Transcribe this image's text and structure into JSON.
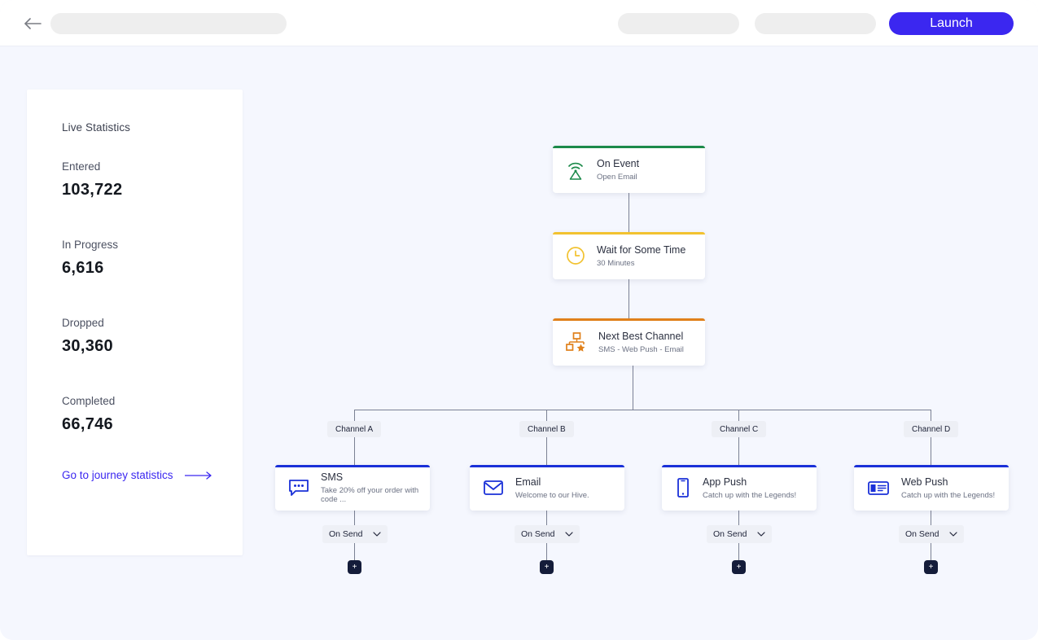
{
  "header": {
    "back_icon": "back-arrow-icon",
    "title_placeholder": "",
    "action_a_placeholder": "",
    "action_b_placeholder": "",
    "launch_label": "Launch",
    "launch_color": "#3b27f0"
  },
  "stats": {
    "title": "Live Statistics",
    "items": [
      {
        "label": "Entered",
        "value": "103,722"
      },
      {
        "label": "In Progress",
        "value": "6,616"
      },
      {
        "label": "Dropped",
        "value": "30,360"
      },
      {
        "label": "Completed",
        "value": "66,746"
      }
    ],
    "link_label": "Go to journey statistics",
    "link_icon": "long-arrow-right-icon",
    "link_color": "#3b27f0"
  },
  "flow": {
    "main_nodes": [
      {
        "title": "On Event",
        "subtitle": "Open Email",
        "icon": "broadcast-antenna-icon",
        "accent": "#1c8a4a"
      },
      {
        "title": "Wait for Some Time",
        "subtitle": "30 Minutes",
        "icon": "clock-icon",
        "accent": "#f2c230"
      },
      {
        "title": "Next Best Channel",
        "subtitle": "SMS - Web Push - Email",
        "icon": "hierarchy-star-icon",
        "accent": "#e0801a"
      }
    ],
    "branch_chips": [
      "Channel A",
      "Channel B",
      "Channel C",
      "Channel D"
    ],
    "channel_cards": [
      {
        "title": "SMS",
        "subtitle": "Take 20% off your order with code ...",
        "icon": "sms-bubble-icon",
        "accent": "#1a30d8"
      },
      {
        "title": "Email",
        "subtitle": "Welcome to our Hive.",
        "icon": "envelope-icon",
        "accent": "#1a30d8"
      },
      {
        "title": "App Push",
        "subtitle": "Catch up with the Legends!",
        "icon": "mobile-phone-icon",
        "accent": "#1a30d8"
      },
      {
        "title": "Web Push",
        "subtitle": "Catch up with the Legends!",
        "icon": "browser-window-icon",
        "accent": "#1a30d8"
      }
    ],
    "dropdowns": [
      {
        "label": "On Send",
        "icon": "chevron-down-icon"
      },
      {
        "label": "On Send",
        "icon": "chevron-down-icon"
      },
      {
        "label": "On Send",
        "icon": "chevron-down-icon"
      },
      {
        "label": "On Send",
        "icon": "chevron-down-icon"
      }
    ],
    "add_buttons": [
      {
        "label": "+",
        "icon": "plus-icon"
      },
      {
        "label": "+",
        "icon": "plus-icon"
      },
      {
        "label": "+",
        "icon": "plus-icon"
      },
      {
        "label": "+",
        "icon": "plus-icon"
      }
    ]
  }
}
